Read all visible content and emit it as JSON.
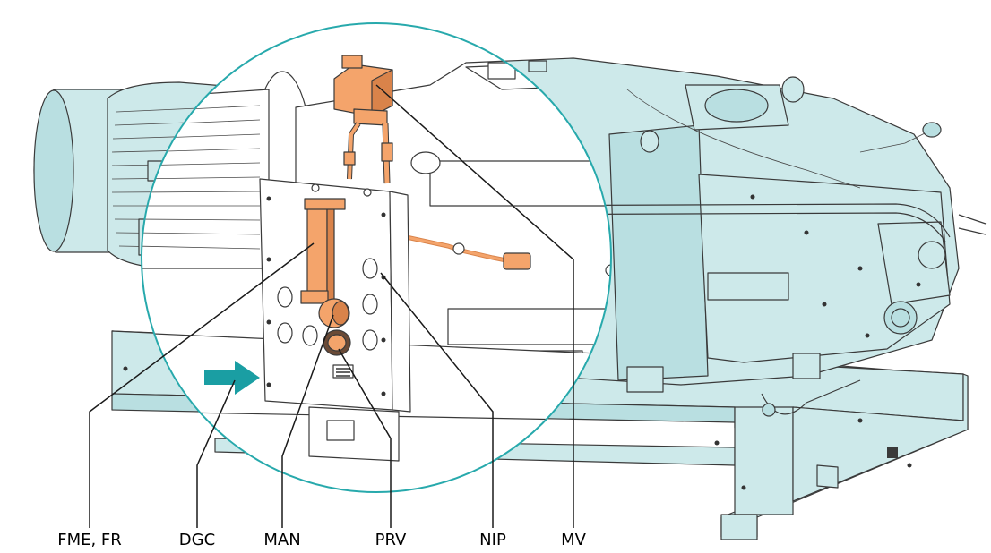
{
  "diagram": {
    "labels": [
      {
        "id": "fme",
        "text": "FME, FR"
      },
      {
        "id": "dgc",
        "text": "DGC"
      },
      {
        "id": "man",
        "text": "MAN"
      },
      {
        "id": "prv",
        "text": "PRV"
      },
      {
        "id": "nip",
        "text": "NIP"
      },
      {
        "id": "mv",
        "text": "MV"
      }
    ],
    "colors": {
      "machine_fill": "#cde9ea",
      "machine_shade": "#b9dfe1",
      "white_part": "#ffffff",
      "accessory": "#f4a46b",
      "accessory_dark": "#d9834a",
      "highlight_circle": "#27a9ac",
      "arrow": "#1a9ea3",
      "leader_line": "#1a1a1a"
    },
    "icons": [
      "flow-arrow-icon"
    ]
  }
}
